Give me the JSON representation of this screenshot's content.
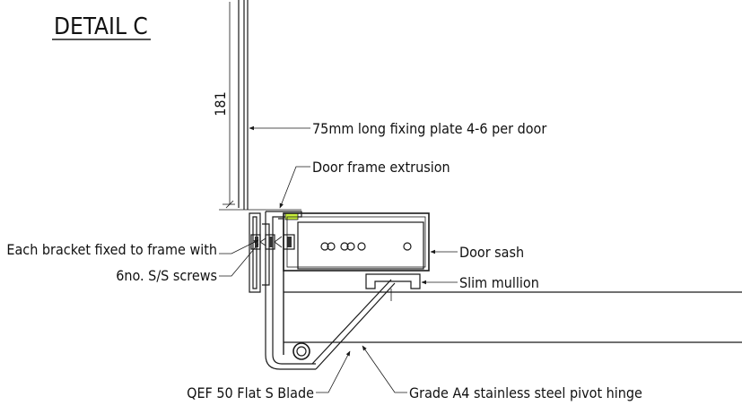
{
  "title": "DETAIL C",
  "dimension": "181",
  "callouts": {
    "fixing_plate": "75mm long fixing plate 4-6 per door",
    "door_frame": "Door frame extrusion",
    "bracket_line1": "Each bracket fixed to frame with",
    "bracket_line2": "6no. S/S screws",
    "door_sash": "Door sash",
    "slim_mullion": "Slim mullion",
    "blade": "QEF 50 Flat S Blade",
    "pivot_hinge": "Grade A4 stainless steel pivot hinge"
  },
  "colors": {
    "line": "#1a1a1a",
    "highlight": "#c8f03c"
  }
}
